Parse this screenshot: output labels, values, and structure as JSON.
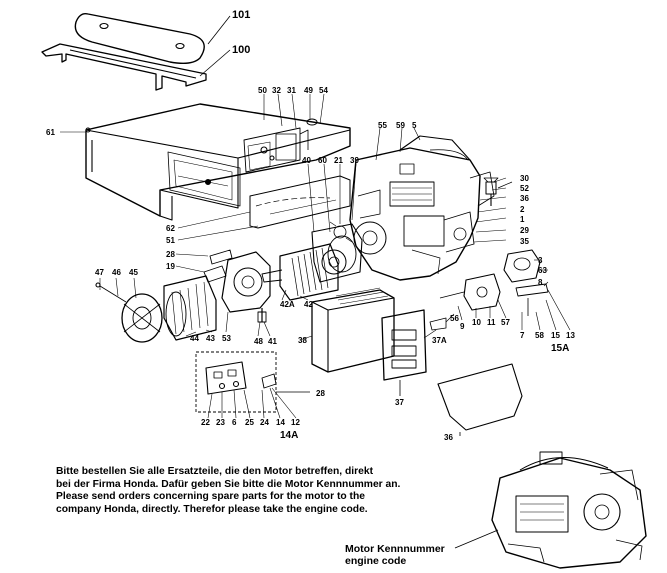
{
  "callouts": [
    {
      "id": "c101",
      "text": "101"
    },
    {
      "id": "c100",
      "text": "100"
    },
    {
      "id": "c50",
      "text": "50"
    },
    {
      "id": "c32",
      "text": "32"
    },
    {
      "id": "c31",
      "text": "31"
    },
    {
      "id": "c49",
      "text": "49"
    },
    {
      "id": "c54",
      "text": "54"
    },
    {
      "id": "c61",
      "text": "61"
    },
    {
      "id": "c55",
      "text": "55"
    },
    {
      "id": "c59",
      "text": "59"
    },
    {
      "id": "c5",
      "text": "5"
    },
    {
      "id": "c40",
      "text": "40"
    },
    {
      "id": "c60",
      "text": "60"
    },
    {
      "id": "c21",
      "text": "21"
    },
    {
      "id": "c39",
      "text": "39"
    },
    {
      "id": "c30",
      "text": "30"
    },
    {
      "id": "c52",
      "text": "52"
    },
    {
      "id": "c36",
      "text": "36"
    },
    {
      "id": "c2",
      "text": "2"
    },
    {
      "id": "c1",
      "text": "1"
    },
    {
      "id": "c29",
      "text": "29"
    },
    {
      "id": "c35",
      "text": "35"
    },
    {
      "id": "c62",
      "text": "62"
    },
    {
      "id": "c51",
      "text": "51"
    },
    {
      "id": "c28",
      "text": "28"
    },
    {
      "id": "c19",
      "text": "19"
    },
    {
      "id": "c3",
      "text": "3"
    },
    {
      "id": "c63",
      "text": "63"
    },
    {
      "id": "c8",
      "text": "8"
    },
    {
      "id": "c47",
      "text": "47"
    },
    {
      "id": "c46",
      "text": "46"
    },
    {
      "id": "c45",
      "text": "45"
    },
    {
      "id": "c42A",
      "text": "42A"
    },
    {
      "id": "c42",
      "text": "42"
    },
    {
      "id": "c56a",
      "text": "56"
    },
    {
      "id": "c9",
      "text": "9"
    },
    {
      "id": "c10",
      "text": "10"
    },
    {
      "id": "c11",
      "text": "11"
    },
    {
      "id": "c57",
      "text": "57"
    },
    {
      "id": "c7",
      "text": "7"
    },
    {
      "id": "c58",
      "text": "58"
    },
    {
      "id": "c15",
      "text": "15"
    },
    {
      "id": "c13",
      "text": "13"
    },
    {
      "id": "c15A",
      "text": "15A"
    },
    {
      "id": "c44",
      "text": "44"
    },
    {
      "id": "c43",
      "text": "43"
    },
    {
      "id": "c53",
      "text": "53"
    },
    {
      "id": "c48",
      "text": "48"
    },
    {
      "id": "c41",
      "text": "41"
    },
    {
      "id": "c38",
      "text": "38"
    },
    {
      "id": "c37A",
      "text": "37A"
    },
    {
      "id": "c28b",
      "text": "28"
    },
    {
      "id": "c37",
      "text": "37"
    },
    {
      "id": "c22",
      "text": "22"
    },
    {
      "id": "c23",
      "text": "23"
    },
    {
      "id": "c6",
      "text": "6"
    },
    {
      "id": "c25",
      "text": "25"
    },
    {
      "id": "c24",
      "text": "24"
    },
    {
      "id": "c14",
      "text": "14"
    },
    {
      "id": "c12",
      "text": "12"
    },
    {
      "id": "c14A",
      "text": "14A"
    },
    {
      "id": "c36b",
      "text": "36"
    }
  ],
  "notice": {
    "line1": "Bitte bestellen Sie alle Ersatzteile, die den Motor betreffen, direkt",
    "line2": "bei der Firma Honda. Dafür geben Sie bitte die Motor Kennnummer an.",
    "line3": "Please send orders concerning spare parts for the motor to the",
    "line4": "company Honda, directly. Therefor please take the engine code."
  },
  "engine_caption": {
    "line1": "Motor Kennnummer",
    "line2": "engine code"
  }
}
